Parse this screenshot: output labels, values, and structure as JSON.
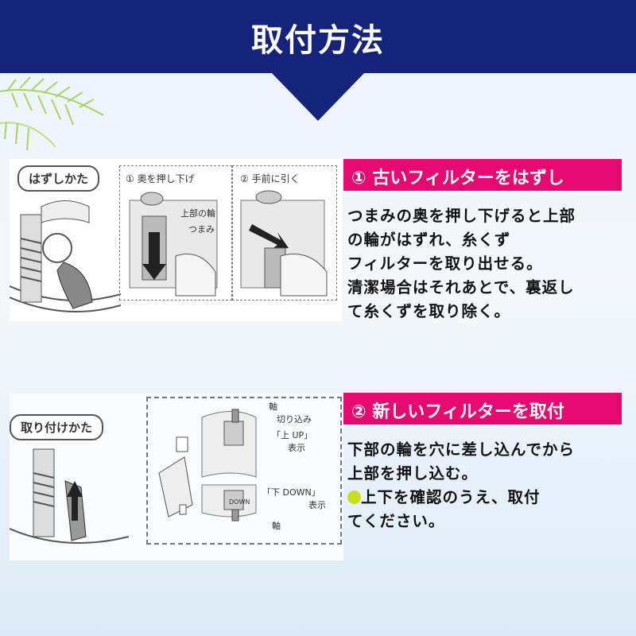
{
  "header": {
    "title": "取付方法"
  },
  "section1": {
    "illustration": {
      "label": "はずしかた",
      "step1": {
        "num": "①",
        "label": "奥を押し下げ"
      },
      "step2": {
        "num": "②",
        "label": "手前に引く"
      },
      "captions": [
        "上部の輪",
        "つまみ"
      ]
    },
    "heading": "①  古いフィルターをはずし",
    "lines": [
      "つまみの奥を押し下げると上部",
      "の輪がはずれ、糸くず",
      "フィルターを取り出せる。",
      "清潔場合はそれあとで、裏返し",
      "て糸くずを取り除く。"
    ]
  },
  "section2": {
    "illustration": {
      "label": "取り付けかた",
      "captions": [
        "軸",
        "切り込み",
        "「上 UP」",
        "表示",
        "「下 DOWN」",
        "表示",
        "軸",
        "DOWN"
      ]
    },
    "heading": "②  新しいフィルターを取付",
    "lines": [
      "下部の輪を穴に差し込んでから",
      "上部を押し込む。",
      "上下を確認のうえ、取付",
      "てください。"
    ],
    "bullet_color": "#c9de1a"
  },
  "colors": {
    "banner": "#16237a",
    "accent": "#e6096f"
  }
}
